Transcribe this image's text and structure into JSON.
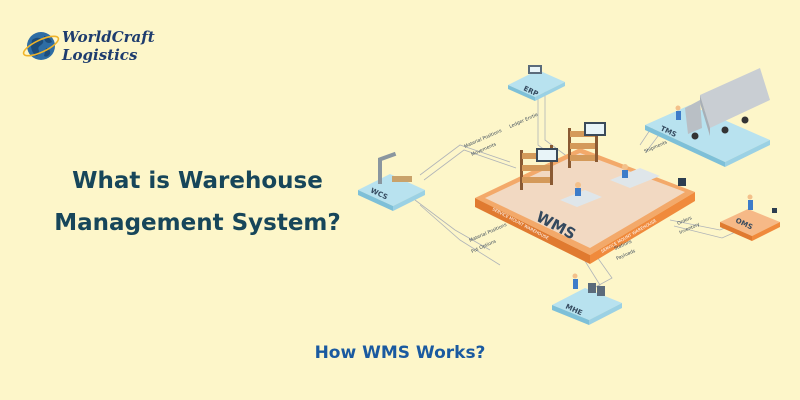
{
  "brand": {
    "line1": "WorldCraft",
    "line2": "Logistics"
  },
  "headline": {
    "line1": "What is Warehouse",
    "line2": "Management System?"
  },
  "subtitle": "How WMS Works?",
  "diagram": {
    "hub": {
      "label": "WMS",
      "band_top": "SERVICE MOUNT WAREHOUSE",
      "band_bottom": "SERVICE MOUNT WAREHOUSE"
    },
    "nodes": {
      "erp": "ERP",
      "tms": "TMS",
      "wcs": "WCS",
      "oms": "OMS",
      "mhe": "MHE"
    },
    "flows": {
      "erp": "Ledger Enrtie",
      "tms": "Shipments",
      "wcs_1": "Material Positions",
      "wcs_2": "Movements",
      "mhe_1": "Material Positions",
      "mhe_2": "Put Options",
      "mhe_3": "Stations",
      "mhe_4": "Payloads",
      "oms_1": "Orders",
      "oms_2": "Inventory"
    }
  },
  "colors": {
    "background": "#fdf6c9",
    "headline": "#17465a",
    "subtitle": "#1a5aa0",
    "brand": "#1e3c6e",
    "hub_accent": "#f08a3c",
    "node_top": "#b8e2ef"
  }
}
